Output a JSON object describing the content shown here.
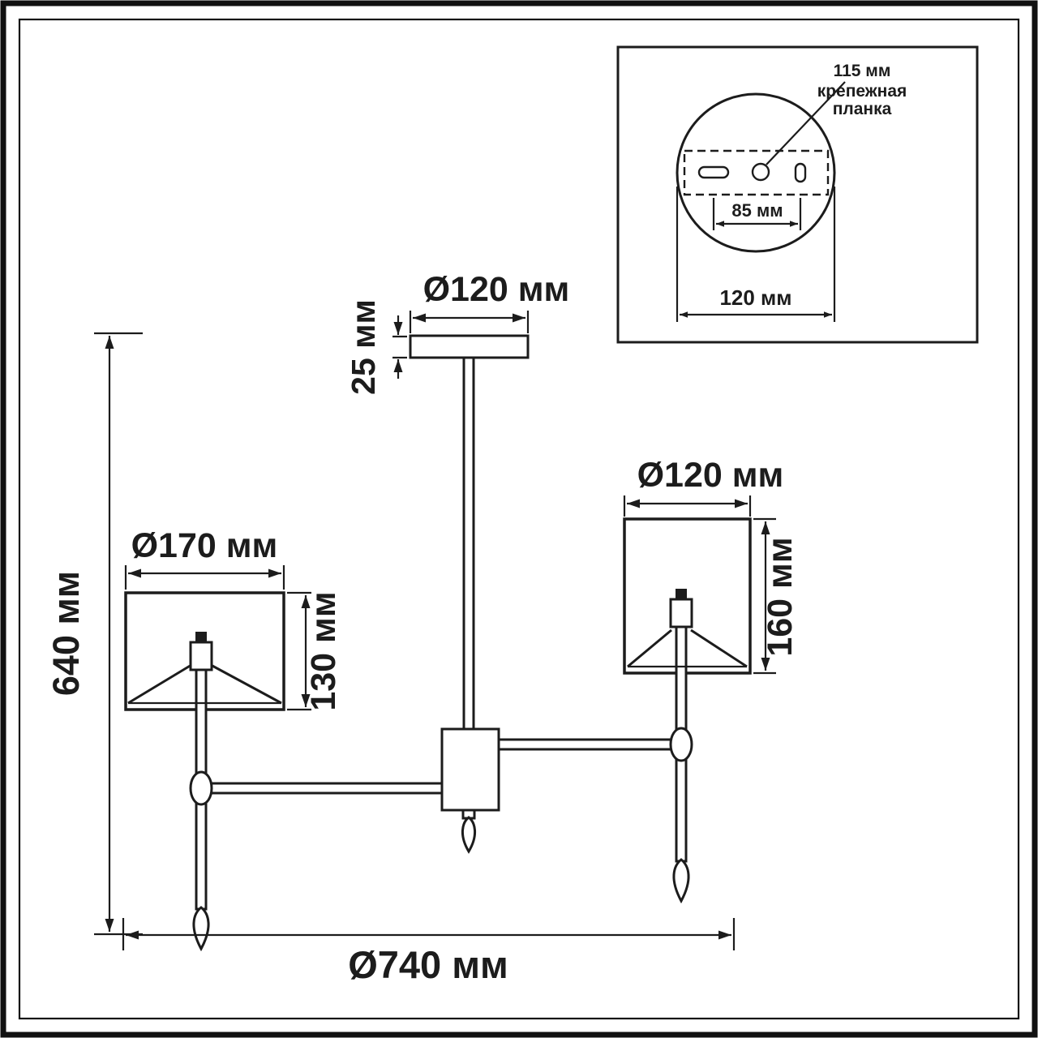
{
  "main_diagram": {
    "plate_diameter": "Ø120 мм",
    "plate_thickness": "25 мм",
    "left_shade_diameter": "Ø170 мм",
    "left_shade_height": "130 мм",
    "right_shade_diameter": "Ø120 мм",
    "right_shade_height": "160 мм",
    "overall_height": "640 мм",
    "overall_width": "Ø740 мм"
  },
  "inset": {
    "hole_offset": "115 мм",
    "bracket_line1": "крепежная",
    "bracket_line2": "планка",
    "slot_spacing": "85 мм",
    "base_diameter": "120 мм"
  },
  "colors": {
    "line": "#1c1c1c",
    "frame": "#111111",
    "background": "#ffffff"
  }
}
